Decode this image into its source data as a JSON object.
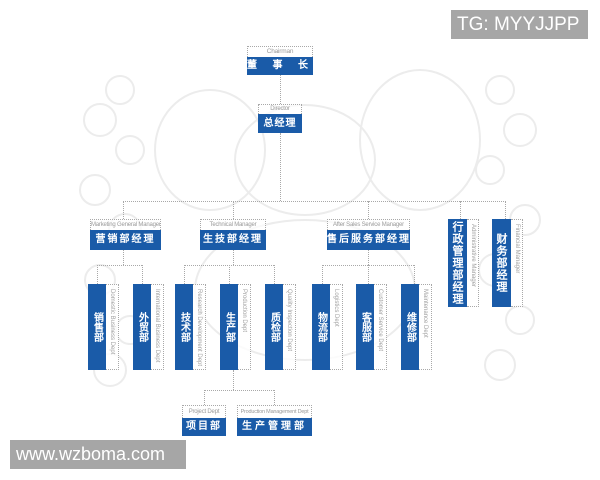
{
  "watermarks": {
    "top_right": "TG: MYYJJPP",
    "bottom_left": "www.wzboma.com"
  },
  "colors": {
    "box_blue": "#1a5ba8",
    "label_gray": "#9a9a9a",
    "connector_gray": "#a8a8a8",
    "watermark_bg": "#a6a6a6"
  },
  "chart": {
    "chairman": {
      "en": "Chairman",
      "zh": "董 事 长"
    },
    "director": {
      "en": "Director",
      "zh": "总经理"
    },
    "managers": [
      {
        "en": "Marketing General Manager",
        "zh": "营销部经理"
      },
      {
        "en": "Technical Manager",
        "zh": "生技部经理"
      },
      {
        "en": "After Sales Service Manager",
        "zh": "售后服务部经理"
      },
      {
        "en": "Administrative Manager",
        "zh": "行政管理部经理"
      },
      {
        "en": "Financial Manager",
        "zh": "财务部经理"
      }
    ],
    "departments": [
      {
        "en": "Domestic Business Dept",
        "zh": "销售部",
        "parent": "营销部经理"
      },
      {
        "en": "International Business Dept",
        "zh": "外贸部",
        "parent": "营销部经理"
      },
      {
        "en": "Research Development Dept",
        "zh": "技术部",
        "parent": "生技部经理"
      },
      {
        "en": "Production Dept",
        "zh": "生产部",
        "parent": "生技部经理"
      },
      {
        "en": "Quality Inspection Dept",
        "zh": "质检部",
        "parent": "生技部经理"
      },
      {
        "en": "Logistics Dept",
        "zh": "物流部",
        "parent": "售后服务部经理"
      },
      {
        "en": "Customer Service Dept",
        "zh": "客服部",
        "parent": "售后服务部经理"
      },
      {
        "en": "Maintenance Dept",
        "zh": "维修部",
        "parent": "售后服务部经理"
      }
    ],
    "sub_departments": [
      {
        "en": "Project Dept",
        "zh": "项目部",
        "parent": "生产部"
      },
      {
        "en": "Production Management Dept",
        "zh": "生产管理部",
        "parent": "生产部"
      }
    ]
  }
}
